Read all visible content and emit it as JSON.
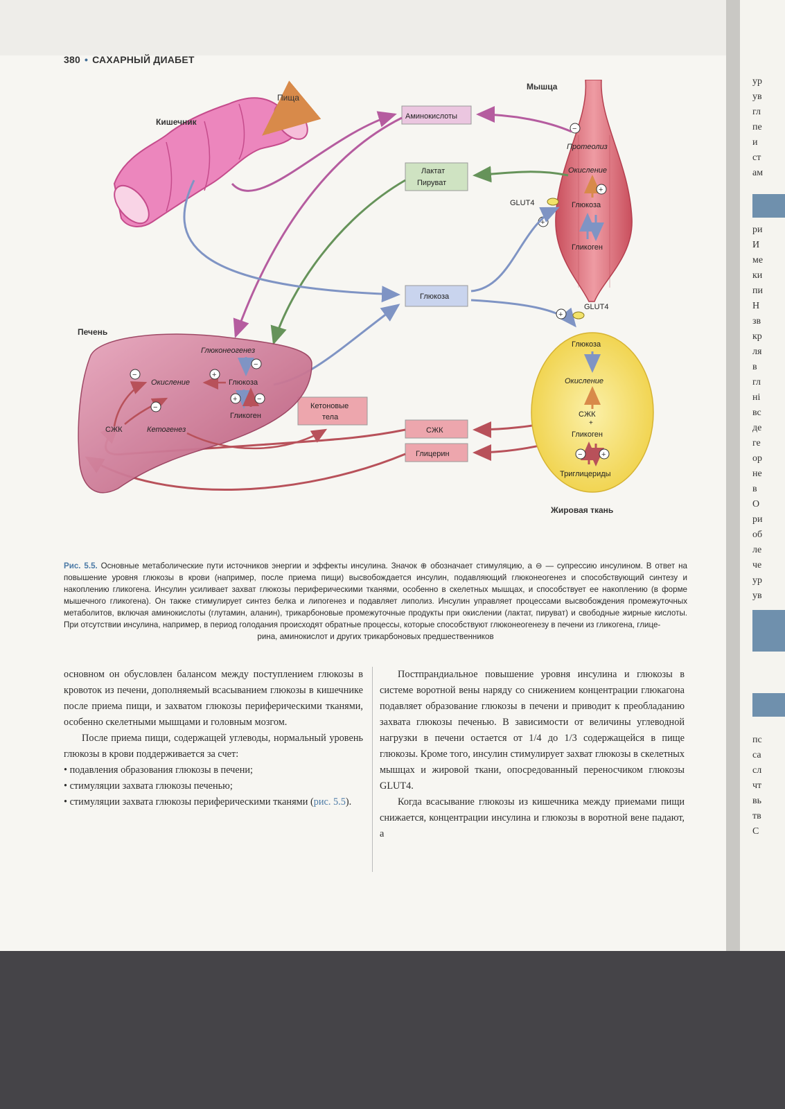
{
  "header": {
    "page_number": "380",
    "bullet": "•",
    "title": "САХАРНЫЙ ДИАБЕТ"
  },
  "figure": {
    "labels": {
      "food": "Пища",
      "intestine": "Кишечник",
      "muscle": "Мышца",
      "liver": "Печень",
      "adipose": "Жировая ткань",
      "amino_acids": "Аминокислоты",
      "lactate": "Лактат",
      "pyruvate": "Пируват",
      "glucose_center": "Глюкоза",
      "ketone_bodies_1": "Кетоновые",
      "ketone_bodies_2": "тела",
      "ffa_box": "СЖК",
      "glycerol_box": "Глицерин",
      "glut4_muscle": "GLUT4",
      "glut4_fat": "GLUT4",
      "proteolysis": "Протеолиз",
      "oxidation_muscle": "Окисление",
      "glucose_muscle": "Глюкоза",
      "glycogen_muscle": "Гликоген",
      "gluconeogenesis": "Глюконеогенез",
      "oxidation_liver": "Окисление",
      "glucose_liver": "Глюкоза",
      "glycogen_liver": "Гликоген",
      "ffa_liver": "СЖК",
      "ketogenesis": "Кетогенез",
      "glucose_fat": "Глюкоза",
      "oxidation_fat": "Окисление",
      "ffa_fat": "СЖК",
      "plus_fat": "+",
      "glycogen_fat": "Гликоген",
      "triglycerides": "Триглицериды",
      "plus_sign": "+",
      "minus_sign": "−"
    },
    "colors": {
      "muscle": "#d8656f",
      "intestine": "#ea79b2",
      "liver": "#c2607f",
      "fat": "#f2d94f",
      "glucose_path": "#7f94c4",
      "amino_path": "#b55c9f",
      "lactate_path": "#66935a",
      "ffa_path": "#b8515a",
      "box_pink": "#eda6ad",
      "box_blue": "#c9d4ee",
      "box_green": "#cfe3c2"
    }
  },
  "caption": {
    "figno": "Рис. 5.5.",
    "text": "Основные метаболические пути источников энергии и эффекты инсулина. Значок ⊕ обозначает стимуляцию, а ⊖ — супрессию инсулином. В ответ на повышение уровня глюкозы в крови (например, после приема пищи) высвобождается инсулин, подавляющий глюконеогенез и способствующий синтезу и накоплению гликогена. Инсулин усиливает захват глюкозы периферическими тканями, особенно в скелетных мышцах, и способствует ее накоплению (в форме мышечного гликогена). Он также стимулирует синтез белка и липогенез и подавляет липолиз. Инсулин управляет процессами высвобождения промежуточных метаболитов, включая аминокислоты (глутамин, аланин), трикарбоновые промежуточные продукты при окислении (лактат, пируват) и свободные жирные кислоты. При отсутствии инсулина, например, в период голодания происходят обратные процессы, которые способствуют глюконеогенезу в печени из гликогена, глице-",
    "last_line": "рина, аминокислот и других трикарбоновых предшественников"
  },
  "left_column": {
    "p1": "основном он обусловлен балансом между поступлением глюкозы в кровоток из печени, дополняемый всасыванием глюкозы в кишечнике после приема пищи, и захватом глюкозы периферическими тканями, особенно скелетными мышцами и головным мозгом.",
    "p2": "После приема пищи, содержащей углеводы, нормальный уровень глюкозы в крови поддерживается за счет:",
    "bullets": [
      "• подавления образования глюкозы в печени;",
      "• стимуляции захвата глюкозы печенью;",
      "• стимуляции захвата глюкозы периферическими тканями"
    ],
    "ref_open": " (",
    "ref": "рис. 5.5",
    "ref_close": ")."
  },
  "right_column": {
    "p1": "Постпрандиальное повышение уровня инсулина и глюкозы в системе воротной вены наряду со снижением концентрации глюкагона подавляет образование глюкозы в печени и приводит к преобладанию захвата глюкозы печенью. В зависимости от величины углеводной нагрузки в печени остается от 1/4 до 1/3 содержащейся в пище глюкозы. Кроме того, инсулин стимулирует захват глюкозы в скелетных мышцах и жировой ткани, опосредованный переносчиком глюкозы GLUT4.",
    "p2": "Когда всасывание глюкозы из кишечника между приемами пищи снижается, концентрации инсулина и глюкозы в воротной вене падают, а"
  },
  "right_page_fragments": [
    "ур",
    "ув",
    "гл",
    "пе",
    "и",
    "ст",
    "ам",
    "ри",
    "И",
    "ме",
    "ки",
    "пи",
    "Н",
    "зв",
    "кр",
    "ля",
    "в",
    "гл",
    "ні",
    "вс",
    "де",
    "ге",
    "ор",
    "не",
    "в",
    "О",
    "ри",
    "об",
    "ле",
    "че",
    "ур",
    "ув",
    "пс",
    "са",
    "сл",
    "чт",
    "вь",
    "тв",
    "С"
  ]
}
